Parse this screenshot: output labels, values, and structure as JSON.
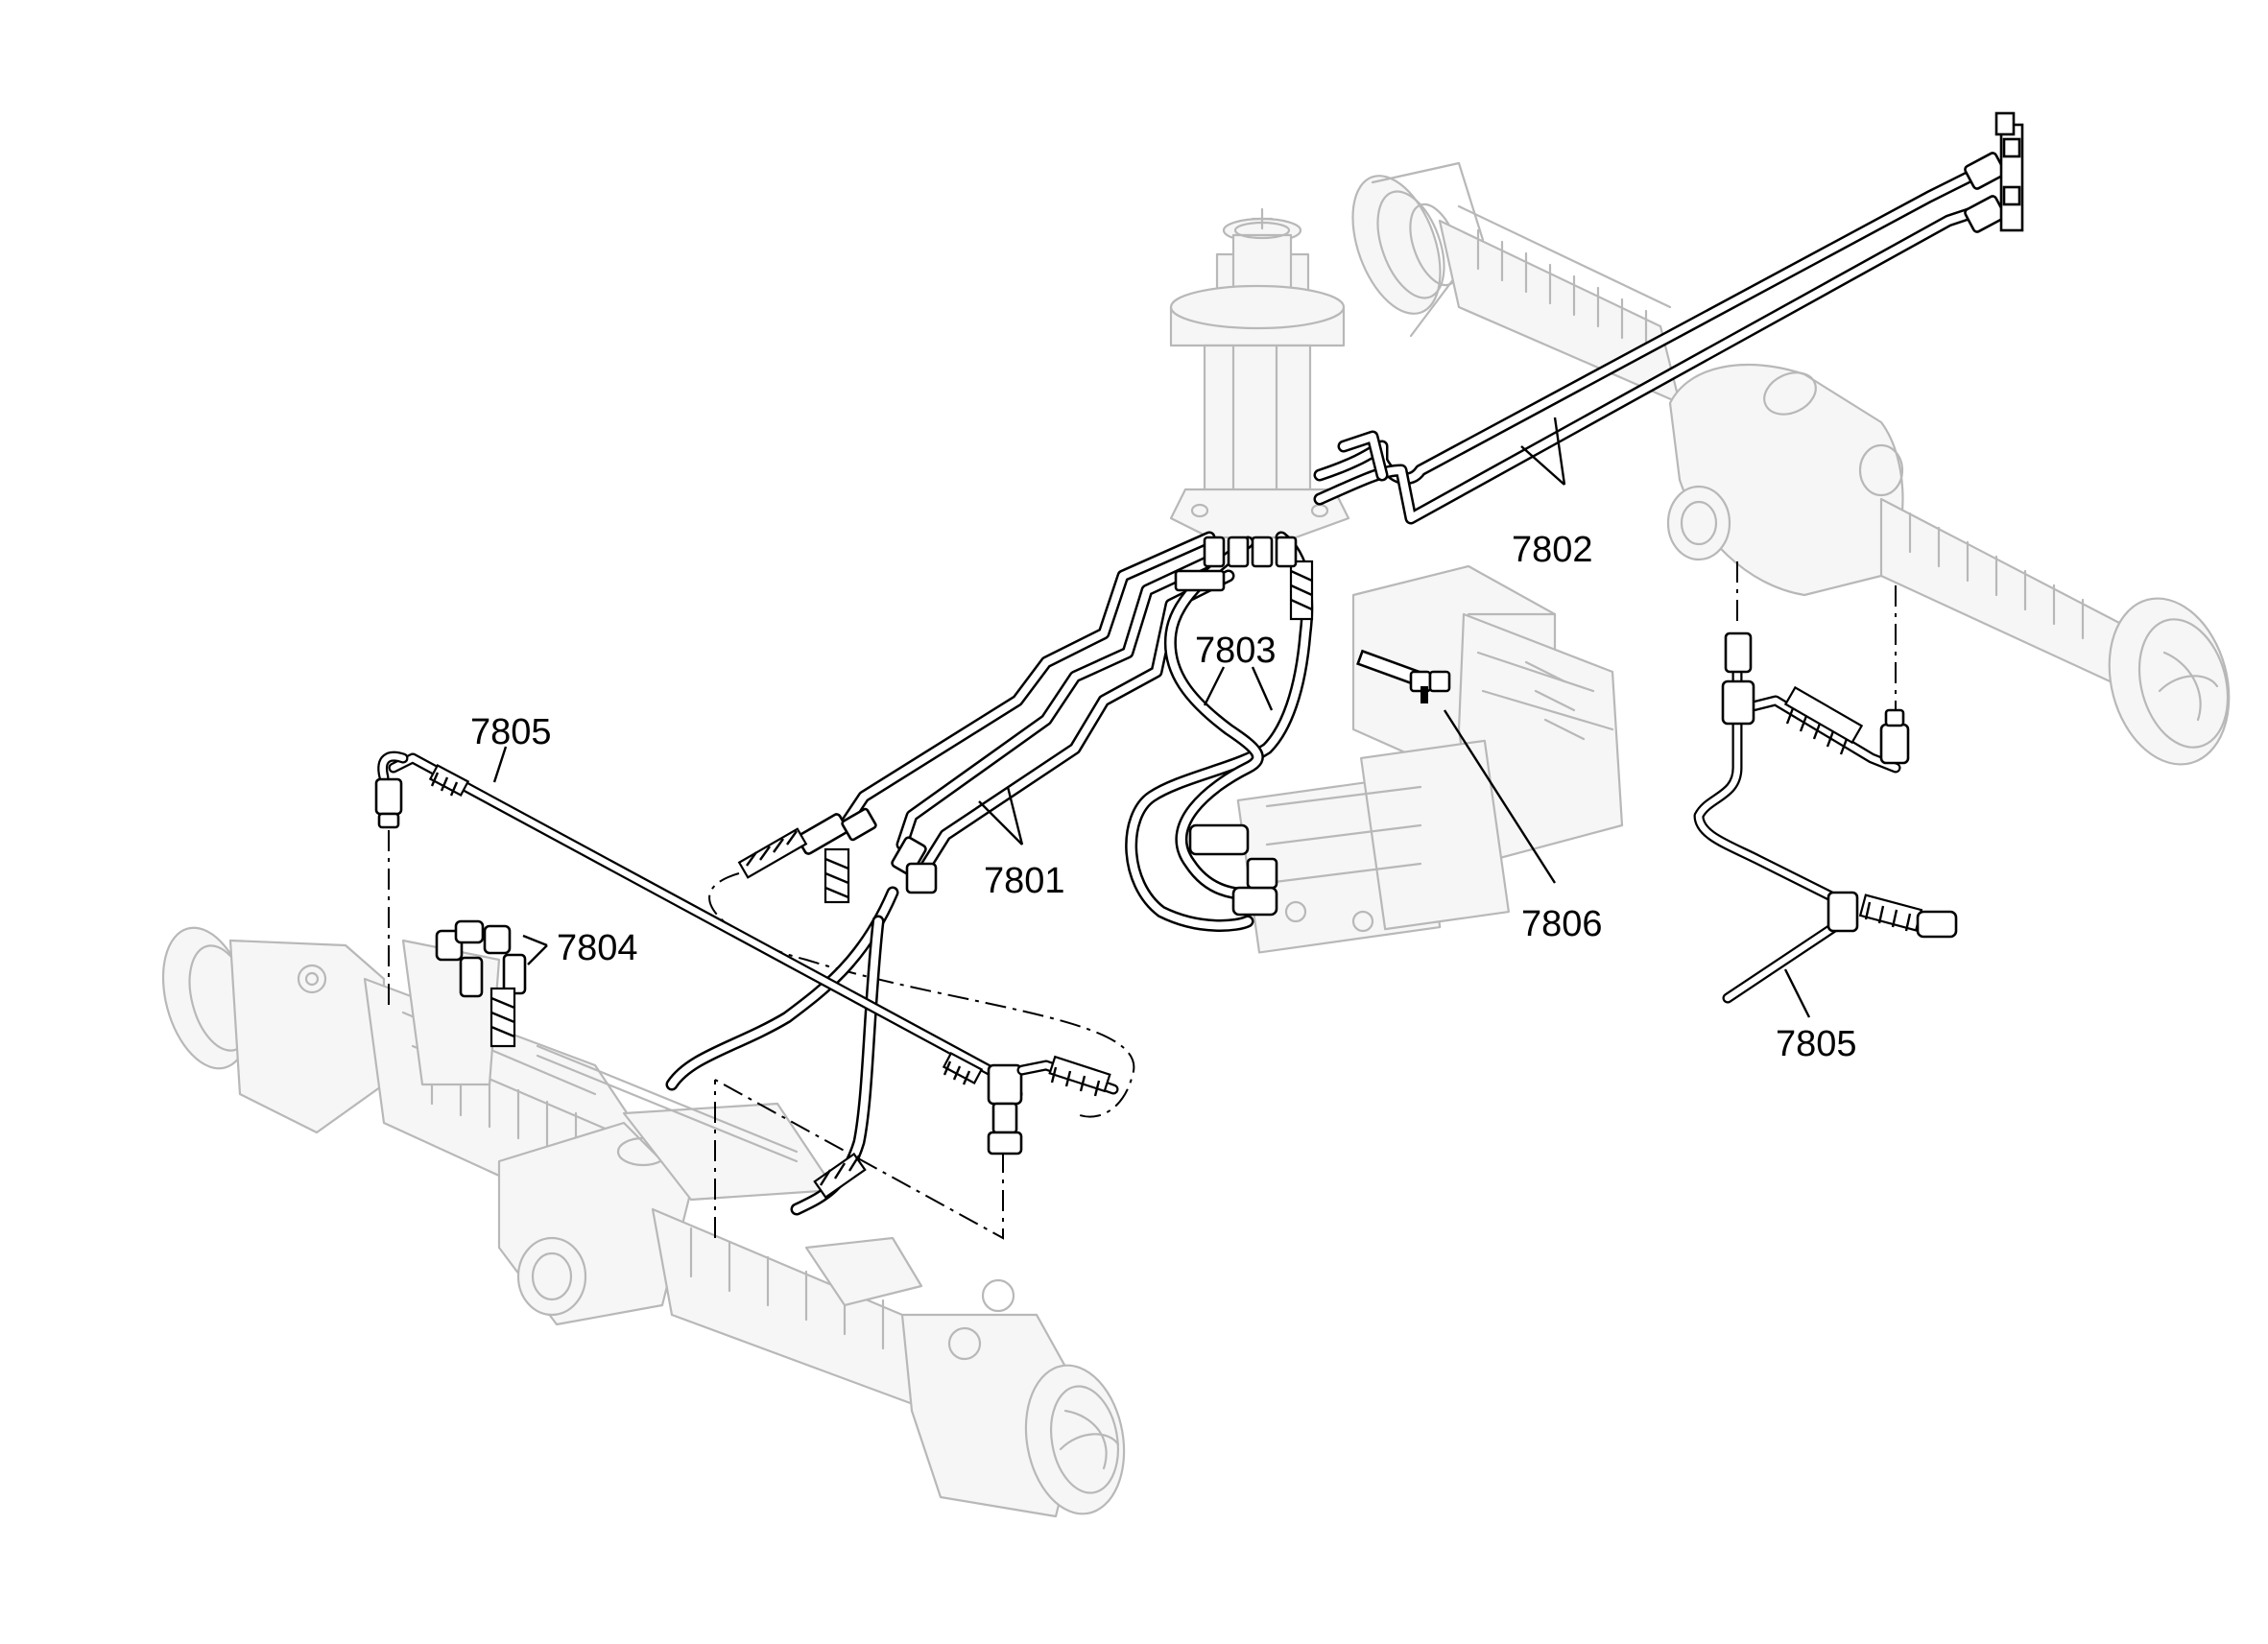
{
  "callouts": {
    "c7801": "7801",
    "c7802": "7802",
    "c7803": "7803",
    "c7804": "7804",
    "c7805_left": "7805",
    "c7805_right": "7805",
    "c7806": "7806"
  }
}
